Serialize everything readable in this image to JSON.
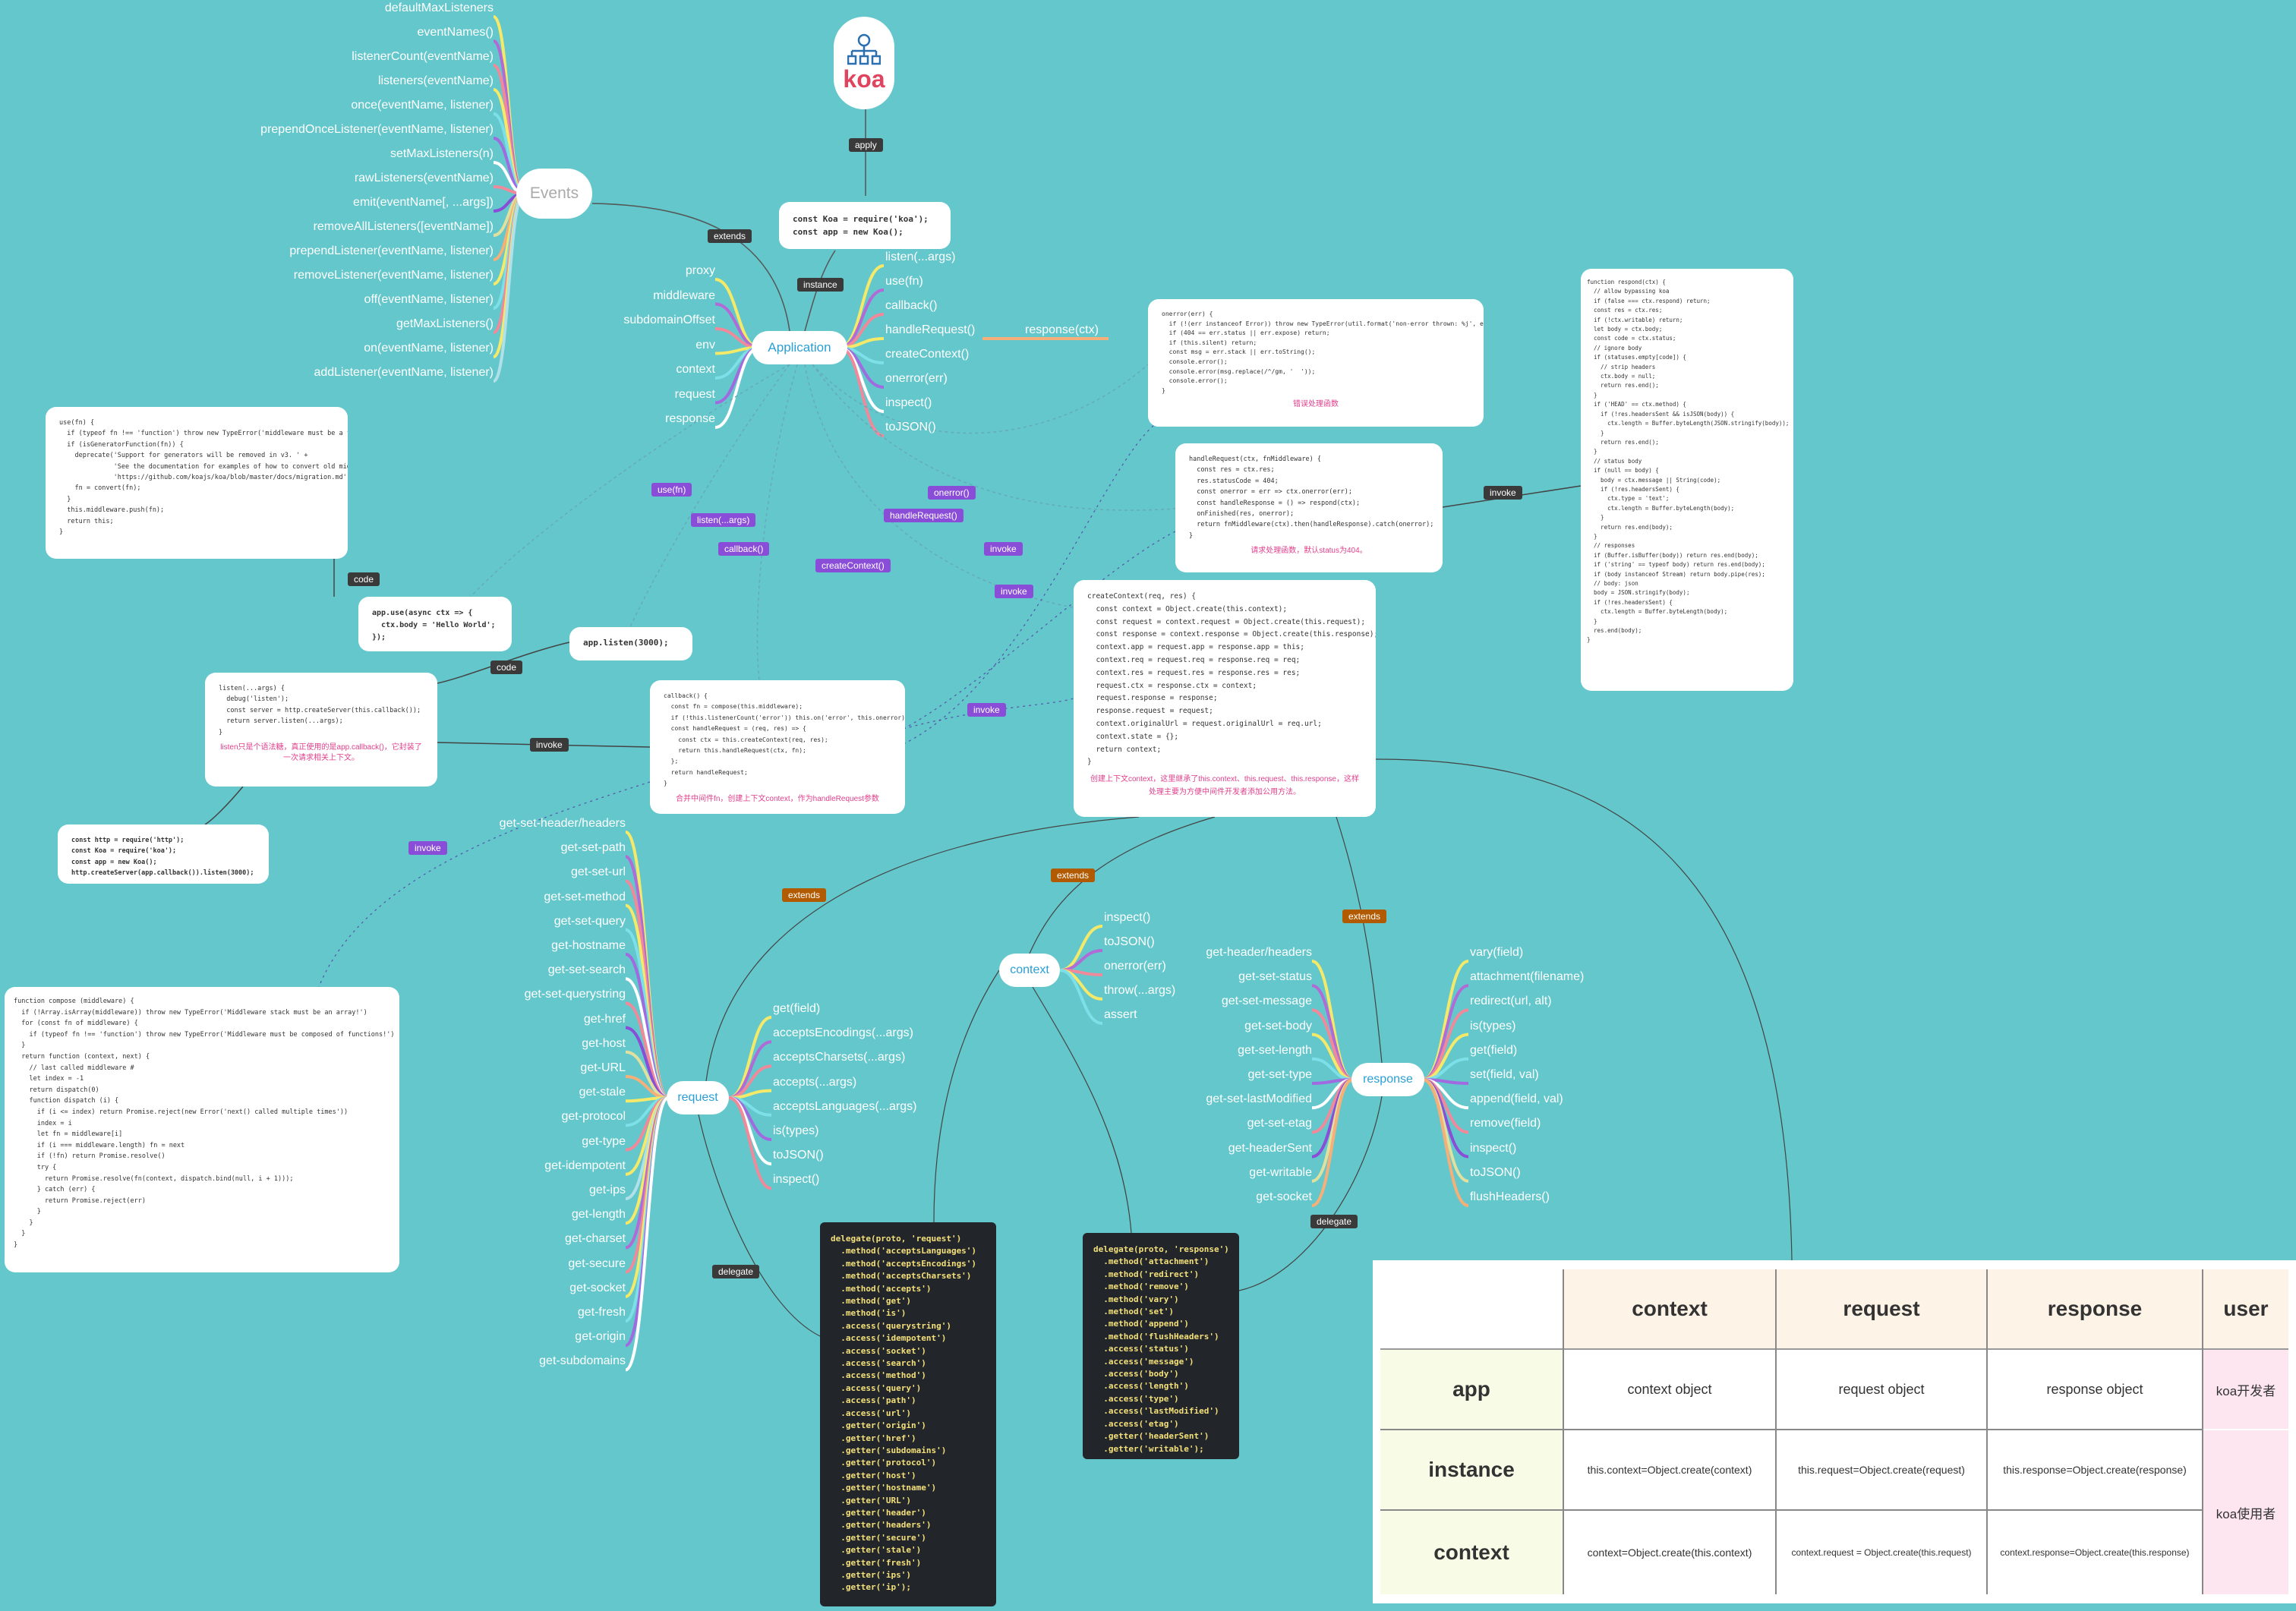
{
  "colors": {
    "background": "#63c7cb",
    "accent_blue": "#2a9fd6",
    "koa_red": "#e0445e",
    "pink_note": "#e0408c"
  },
  "koa_logo": {
    "text": "koa",
    "icon": "hierarchy-icon"
  },
  "central": {
    "application": "Application",
    "events": "Events",
    "context": "context",
    "request": "request",
    "response": "response"
  },
  "badges": {
    "apply": "apply",
    "instance": "instance",
    "extends": "extends",
    "code": "code",
    "invoke": "invoke",
    "delegate": "delegate",
    "use_fn": "use(fn)",
    "listen_args": "listen(...args)",
    "callback": "callback()",
    "create_context": "createContext()",
    "onerror": "onerror()",
    "handle_request": "handleRequest()"
  },
  "events_items": [
    "defaultMaxListeners",
    "eventNames()",
    "listenerCount(eventName)",
    "listeners(eventName)",
    "once(eventName, listener)",
    "prependOnceListener(eventName, listener)",
    "setMaxListeners(n)",
    "rawListeners(eventName)",
    "emit(eventName[, ...args])",
    "removeAllListeners([eventName])",
    "prependListener(eventName, listener)",
    "removeListener(eventName, listener)",
    "off(eventName, listener)",
    "getMaxListeners()",
    "on(eventName, listener)",
    "addListener(eventName, listener)"
  ],
  "application_left": [
    "proxy",
    "middleware",
    "subdomainOffset",
    "env",
    "context",
    "request",
    "response"
  ],
  "application_right": [
    "listen(...args)",
    "use(fn)",
    "callback()",
    "handleRequest()",
    "createContext()",
    "onerror(err)",
    "inspect()",
    "toJSON()"
  ],
  "response_ctx": "response(ctx)",
  "context_items": [
    "inspect()",
    "toJSON()",
    "onerror(err)",
    "throw(...args)",
    "assert"
  ],
  "request_left": [
    "get-set-header/headers",
    "get-set-path",
    "get-set-url",
    "get-set-method",
    "get-set-query",
    "get-hostname",
    "get-set-search",
    "get-set-querystring",
    "get-href",
    "get-host",
    "get-URL",
    "get-stale",
    "get-protocol",
    "get-type",
    "get-idempotent",
    "get-ips",
    "get-length",
    "get-charset",
    "get-secure",
    "get-socket",
    "get-fresh",
    "get-origin",
    "get-subdomains"
  ],
  "request_right": [
    "get(field)",
    "acceptsEncodings(...args)",
    "acceptsCharsets(...args)",
    "accepts(...args)",
    "acceptsLanguages(...args)",
    "is(types)",
    "toJSON()",
    "inspect()"
  ],
  "response_left": [
    "get-header/headers",
    "get-set-status",
    "get-set-message",
    "get-set-body",
    "get-set-length",
    "get-set-type",
    "get-set-lastModified",
    "get-set-etag",
    "get-headerSent",
    "get-writable",
    "get-socket"
  ],
  "response_right": [
    "vary(field)",
    "attachment(filename)",
    "redirect(url, alt)",
    "is(types)",
    "get(field)",
    "set(field, val)",
    "append(field, val)",
    "remove(field)",
    "inspect()",
    "toJSON()",
    "flushHeaders()"
  ],
  "code_blocks": {
    "require": "const Koa = require('koa');\nconst app = new Koa();",
    "use_fn": "use(fn) {\n  if (typeof fn !== 'function') throw new TypeError('middleware must be a function!');\n  if (isGeneratorFunction(fn)) {\n    deprecate('Support for generators will be removed in v3. ' +\n              'See the documentation for examples of how to convert old middleware ' +\n              'https://github.com/koajs/koa/blob/master/docs/migration.md');\n    fn = convert(fn);\n  }\n  this.middleware.push(fn);\n  return this;\n}",
    "app_use": "app.use(async ctx => {\n  ctx.body = 'Hello World';\n});",
    "app_listen": "app.listen(3000);",
    "listen": "listen(...args) {\n  debug('listen');\n  const server = http.createServer(this.callback());\n  return server.listen(...args);\n}",
    "listen_note": "listen只是个语法糖，真正使用的是app.callback()，它封装了一次请求相关上下文。",
    "http_server": "const http = require('http');\nconst Koa = require('koa');\nconst app = new Koa();\nhttp.createServer(app.callback()).listen(3000);",
    "callback": "callback() {\n  const fn = compose(this.middleware);\n  if (!this.listenerCount('error')) this.on('error', this.onerror);\n  const handleRequest = (req, res) => {\n    const ctx = this.createContext(req, res);\n    return this.handleRequest(ctx, fn);\n  };\n  return handleRequest;\n}",
    "callback_note": "合并中间件fn，创建上下文context，作为handleRequest参数",
    "onerror": "onerror(err) {\n  if (!(err instanceof Error)) throw new TypeError(util.format('non-error thrown: %j', err));\n  if (404 == err.status || err.expose) return;\n  if (this.silent) return;\n  const msg = err.stack || err.toString();\n  console.error();\n  console.error(msg.replace(/^/gm, '  '));\n  console.error();\n}",
    "onerror_note": "错误处理函数",
    "handle_request": "handleRequest(ctx, fnMiddleware) {\n  const res = ctx.res;\n  res.statusCode = 404;\n  const onerror = err => ctx.onerror(err);\n  const handleResponse = () => respond(ctx);\n  onFinished(res, onerror);\n  return fnMiddleware(ctx).then(handleResponse).catch(onerror);\n}",
    "handle_request_note": "请求处理函数，默认status为404。",
    "create_context": "createContext(req, res) {\n  const context = Object.create(this.context);\n  const request = context.request = Object.create(this.request);\n  const response = context.response = Object.create(this.response);\n  context.app = request.app = response.app = this;\n  context.req = request.req = response.req = req;\n  context.res = request.res = response.res = res;\n  request.ctx = response.ctx = context;\n  request.response = response;\n  response.request = request;\n  context.originalUrl = request.originalUrl = req.url;\n  context.state = {};\n  return context;\n}",
    "create_context_note": "创建上下文context，这里继承了this.context、this.request、this.response，这样处理主要为方便中间件开发者添加公用方法。",
    "respond": "function respond(ctx) {\n  // allow bypassing koa\n  if (false === ctx.respond) return;\n  const res = ctx.res;\n  if (!ctx.writable) return;\n  let body = ctx.body;\n  const code = ctx.status;\n  // ignore body\n  if (statuses.empty[code]) {\n    // strip headers\n    ctx.body = null;\n    return res.end();\n  }\n  if ('HEAD' == ctx.method) {\n    if (!res.headersSent && isJSON(body)) {\n      ctx.length = Buffer.byteLength(JSON.stringify(body));\n    }\n    return res.end();\n  }\n  // status body\n  if (null == body) {\n    body = ctx.message || String(code);\n    if (!res.headersSent) {\n      ctx.type = 'text';\n      ctx.length = Buffer.byteLength(body);\n    }\n    return res.end(body);\n  }\n  // responses\n  if (Buffer.isBuffer(body)) return res.end(body);\n  if ('string' == typeof body) return res.end(body);\n  if (body instanceof Stream) return body.pipe(res);\n  // body: json\n  body = JSON.stringify(body);\n  if (!res.headersSent) {\n    ctx.length = Buffer.byteLength(body);\n  }\n  res.end(body);\n}",
    "compose": "function compose (middleware) {\n  if (!Array.isArray(middleware)) throw new TypeError('Middleware stack must be an array!')\n  for (const fn of middleware) {\n    if (typeof fn !== 'function') throw new TypeError('Middleware must be composed of functions!')\n  }\n  return function (context, next) {\n    // last called middleware #\n    let index = -1\n    return dispatch(0)\n    function dispatch (i) {\n      if (i <= index) return Promise.reject(new Error('next() called multiple times'))\n      index = i\n      let fn = middleware[i]\n      if (i === middleware.length) fn = next\n      if (!fn) return Promise.resolve()\n      try {\n        return Promise.resolve(fn(context, dispatch.bind(null, i + 1)));\n      } catch (err) {\n        return Promise.reject(err)\n      }\n    }\n  }\n}",
    "delegate_request": "delegate(proto, 'request')\n  .method('acceptsLanguages')\n  .method('acceptsEncodings')\n  .method('acceptsCharsets')\n  .method('accepts')\n  .method('get')\n  .method('is')\n  .access('querystring')\n  .access('idempotent')\n  .access('socket')\n  .access('search')\n  .access('method')\n  .access('query')\n  .access('path')\n  .access('url')\n  .getter('origin')\n  .getter('href')\n  .getter('subdomains')\n  .getter('protocol')\n  .getter('host')\n  .getter('hostname')\n  .getter('URL')\n  .getter('header')\n  .getter('headers')\n  .getter('secure')\n  .getter('stale')\n  .getter('fresh')\n  .getter('ips')\n  .getter('ip');",
    "delegate_response": "delegate(proto, 'response')\n  .method('attachment')\n  .method('redirect')\n  .method('remove')\n  .method('vary')\n  .method('set')\n  .method('append')\n  .method('flushHeaders')\n  .access('status')\n  .access('message')\n  .access('body')\n  .access('length')\n  .access('type')\n  .access('lastModified')\n  .access('etag')\n  .getter('headerSent')\n  .getter('writable');"
  },
  "table": {
    "headers": [
      "",
      "context",
      "request",
      "response",
      "user"
    ],
    "rows": [
      {
        "label": "app",
        "cells": [
          "context object",
          "request object",
          "response object"
        ]
      },
      {
        "label": "instance",
        "cells": [
          "this.context=Object.create(context)",
          "this.request=Object.create(request)",
          "this.response=Object.create(response)"
        ]
      },
      {
        "label": "context",
        "cells": [
          "context=Object.create(this.context)",
          "context.request = Object.create(this.request)",
          "context.response=Object.create(this.response)"
        ]
      }
    ],
    "user_dev": "koa开发者",
    "user_use": "koa使用者"
  }
}
